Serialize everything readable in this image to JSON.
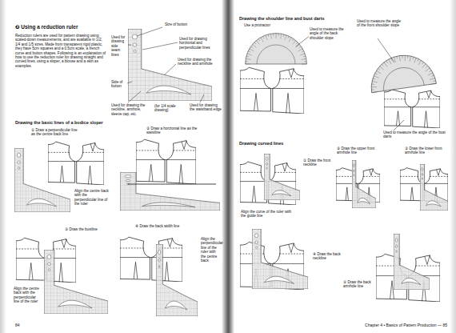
{
  "diagram": {
    "title": "❷ Using a reduction ruler",
    "labels": [
      "Reduction rulers are used for pattern drawing using scaled-down measurements, and are available in 1/2, 1/4 and 1/5 sizes. Made from transparent rigid plastic, they have 5cm squares and a 0.5cm scale, a french curve and button shapes. Following is an explanation of how to use the reduction ruler for drawing straight and curved lines, using a sloper, a blouse and a skirt as examples.",
      "Size of button",
      "Used for drawing side seam lines",
      "Used for drawing horizontal and perpendicular lines",
      "Used for drawing the neckline and armhole",
      "Side of button",
      "Used for drawing the neckline, armhole, sleeve cap, etc.",
      "(for 1/4 scale drawing)",
      "Used for drawing the waistband edge",
      "Drawing the basic lines of a bodice sloper",
      "① Draw a perpendicular line as the centre back line",
      "Align the centre back with the perpendicular line of the ruler",
      "② Draw a horizontal line as the waistline",
      "③ Draw the bustline",
      "Align the centre back with the perpendicular line of the ruler",
      "④ Draw the back width line",
      "Align the perpendicular line of the ruler with the centre back",
      "84",
      "Drawing the shoulder line and bust darts",
      "Use a protractor",
      "Used to measure the angle of the back shoulder slope",
      "Used to measure the angle of the front shoulder slope",
      "Used to measure the angle of the bust darts",
      "Drawing curved lines",
      "① Draw the front neckline",
      "Align the curve of the ruler with the guide line",
      "② Draw the upper front armhole line",
      "③ Draw the lower front armhole line",
      "④ Draw the back neckline",
      "⑤ Draw the back armhole line",
      "Chapter 4 • Basics of Pattern Production — 85"
    ]
  }
}
